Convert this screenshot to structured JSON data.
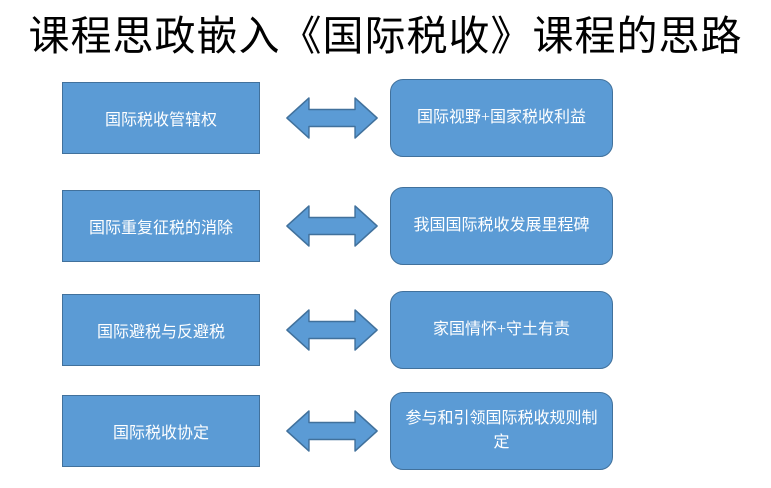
{
  "title": "课程思政嵌入《国际税收》课程的思路",
  "colors": {
    "shape_fill": "#5B9BD5",
    "shape_border": "#41719C",
    "box_text": "#FFFFFF",
    "title_text": "#000000"
  },
  "icons": {
    "connector": "double-headed-arrow-icon"
  },
  "rows": [
    {
      "left": "国际税收管辖权",
      "right": "国际视野+国家税收利益"
    },
    {
      "left": "国际重复征税的消除",
      "right": "我国国际税收发展里程碑"
    },
    {
      "left": "国际避税与反避税",
      "right": "家国情怀+守土有责"
    },
    {
      "left": "国际税收协定",
      "right": "参与和引领国际税收规则制定"
    }
  ]
}
